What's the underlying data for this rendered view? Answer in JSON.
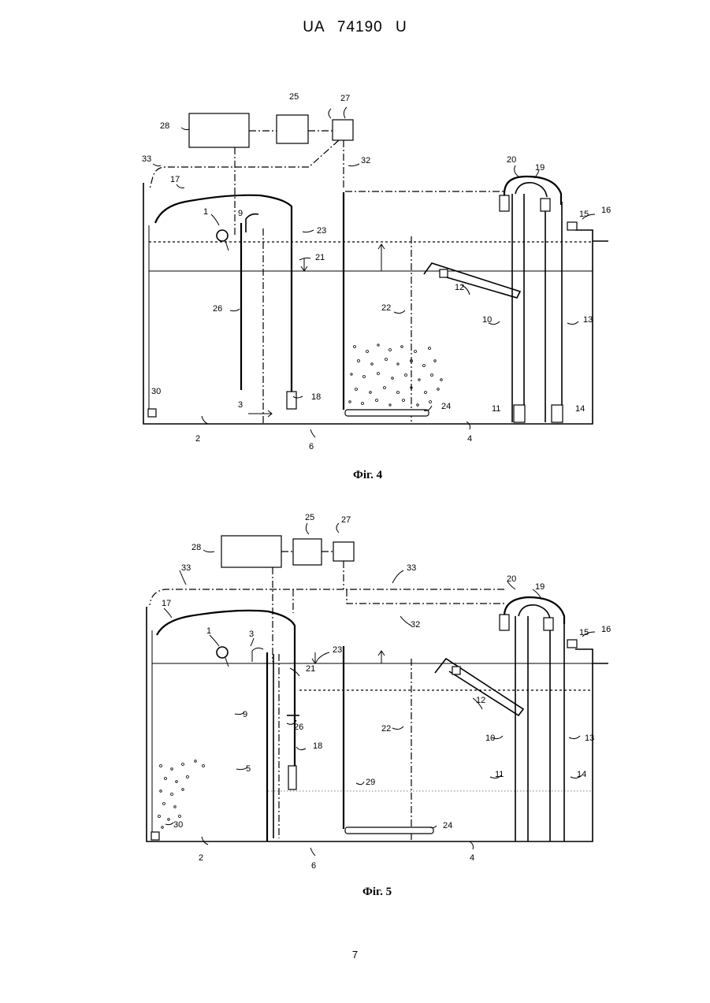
{
  "header": {
    "text": "UA   74190   U"
  },
  "figure4": {
    "caption": "Фіг. 4",
    "labels": {
      "l1": "1",
      "l2": "2",
      "l3": "3",
      "l4": "4",
      "l6": "6",
      "l9": "9",
      "l10": "10",
      "l11": "11",
      "l12": "12",
      "l13": "13",
      "l14": "14",
      "l15": "15",
      "l16": "16",
      "l17": "17",
      "l18": "18",
      "l19": "19",
      "l20": "20",
      "l21": "21",
      "l22": "22",
      "l23": "23",
      "l24": "24",
      "l25": "25",
      "l26": "26",
      "l27": "27",
      "l28": "28",
      "l30": "30",
      "l32": "32",
      "l33": "33"
    }
  },
  "figure5": {
    "caption": "Фіг. 5",
    "labels": {
      "l1": "1",
      "l2": "2",
      "l3": "3",
      "l4": "4",
      "l5": "5",
      "l6": "6",
      "l9": "9",
      "l10": "10",
      "l11": "11",
      "l12": "12",
      "l13": "13",
      "l14": "14",
      "l15": "15",
      "l16": "16",
      "l17": "17",
      "l18": "18",
      "l19": "19",
      "l20": "20",
      "l21": "21",
      "l22": "22",
      "l23": "23",
      "l24": "24",
      "l25": "25",
      "l26": "26",
      "l27": "27",
      "l28": "28",
      "l29": "29",
      "l30": "30",
      "l32": "32",
      "l33": "33"
    }
  },
  "page_number": "7"
}
